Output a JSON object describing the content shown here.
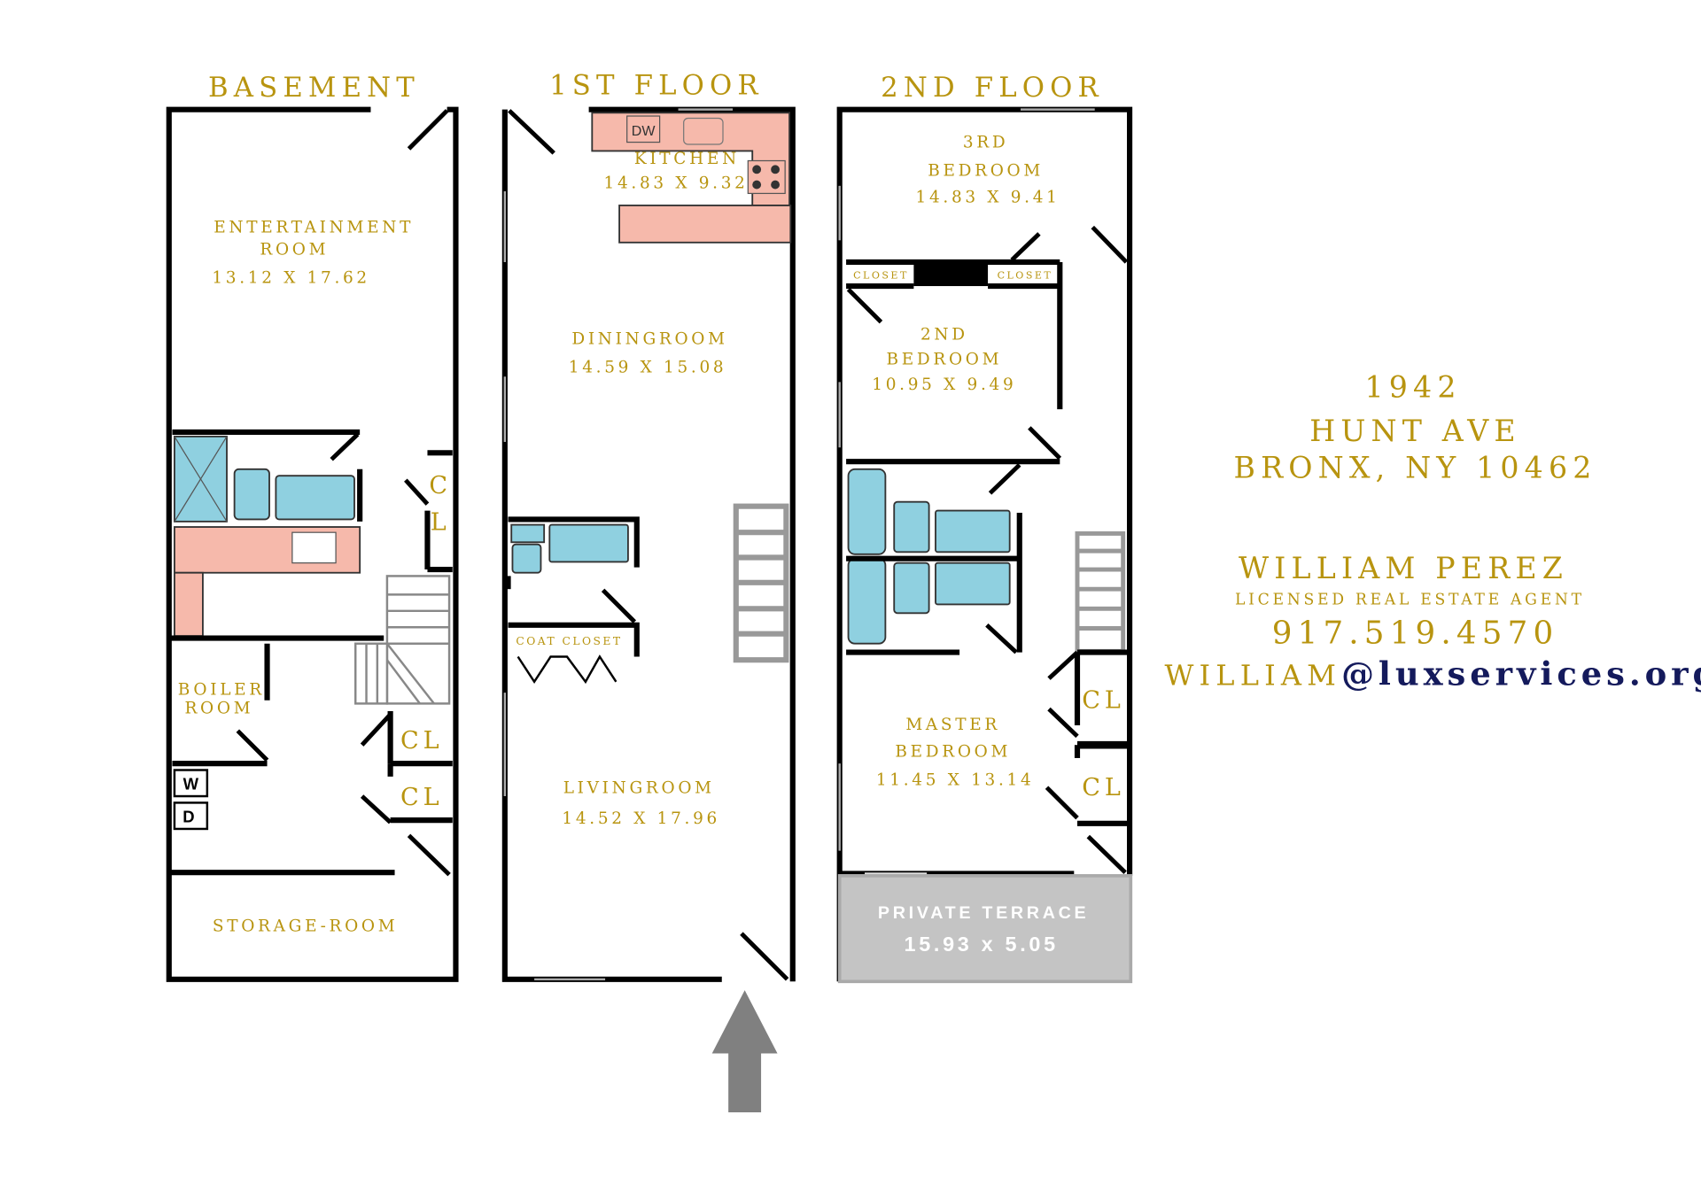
{
  "floors": {
    "basement": {
      "title": "BASEMENT",
      "entertainment": {
        "name1": "ENTERTAINMENT",
        "name2": "ROOM",
        "dims": "13.12 X 17.62"
      },
      "boiler": {
        "name1": "BOILER",
        "name2": "ROOM"
      },
      "closet_c": "C",
      "closet_l": "L",
      "closet1": "CL",
      "closet2": "CL",
      "washer": "W",
      "dryer": "D",
      "storage": "STORAGE-ROOM"
    },
    "first": {
      "title": "1ST FLOOR",
      "dishwasher": "DW",
      "kitchen": {
        "name": "KITCHEN",
        "dims": "14.83 X 9.32"
      },
      "dining": {
        "name": "DININGROOM",
        "dims": "14.59 X 15.08"
      },
      "coat_closet": "COAT CLOSET",
      "living": {
        "name": "LIVINGROOM",
        "dims": "14.52 X 17.96"
      }
    },
    "second": {
      "title": "2ND FLOOR",
      "bedroom3": {
        "name1": "3RD",
        "name2": "BEDROOM",
        "dims": "14.83 X 9.41"
      },
      "closet_left": "CLOSET",
      "closet_right": "CLOSET",
      "bedroom2": {
        "name1": "2ND",
        "name2": "BEDROOM",
        "dims": "10.95 X 9.49"
      },
      "closet1": "CL",
      "closet2": "CL",
      "master": {
        "name1": "MASTER",
        "name2": "BEDROOM",
        "dims": "11.45 X 13.14"
      },
      "terrace": {
        "name": "PRIVATE TERRACE",
        "dims": "15.93 x 5.05"
      }
    }
  },
  "listing": {
    "number": "1942",
    "street": "HUNT AVE",
    "city": "BRONX, NY 10462",
    "agent": "WILLIAM PEREZ",
    "agent_title": "LICENSED REAL ESTATE AGENT",
    "phone": "917.519.4570",
    "email_user": "WILLIAM",
    "email_domain": "@luxservices.org"
  },
  "colors": {
    "gold": "#b8940f",
    "navy": "#141a5c",
    "fixture_blue": "#8fd0e0",
    "counter_pink": "#f6b9ab",
    "terrace_gray": "#c4c4c4"
  }
}
